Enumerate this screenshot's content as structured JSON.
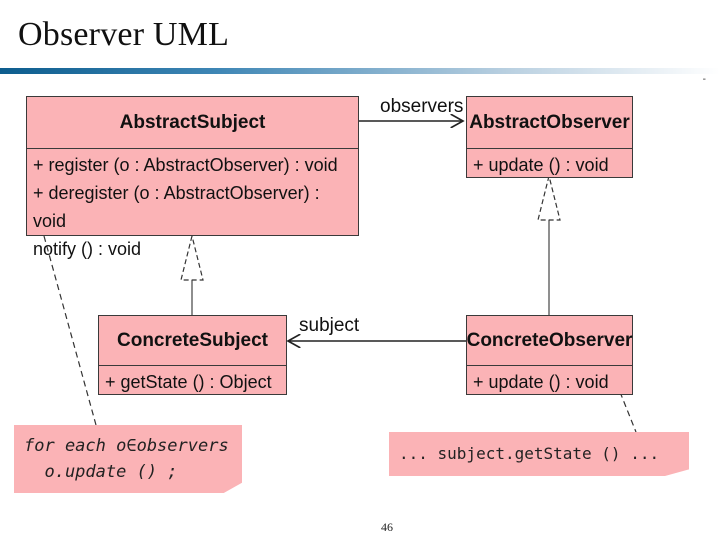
{
  "slide": {
    "title": "Observer UML",
    "corner_mark": "-",
    "page_number": "46"
  },
  "diagram": {
    "abstract_subject": {
      "name": "AbstractSubject",
      "operations": [
        "+ register (o : AbstractObserver) : void",
        "+ deregister (o : AbstractObserver) : void",
        "notify () : void"
      ]
    },
    "abstract_observer": {
      "name": "AbstractObserver",
      "operations": [
        "+ update () : void"
      ]
    },
    "concrete_subject": {
      "name": "ConcreteSubject",
      "operations": [
        "+ getState () : Object"
      ]
    },
    "concrete_observer": {
      "name": "ConcreteObserver",
      "operations": [
        "+ update () : void"
      ]
    },
    "associations": {
      "observers_label": "observers",
      "subject_label": "subject"
    },
    "notes": {
      "notify_note": [
        "for each o∈observers",
        "  o.update () ;"
      ],
      "update_note": [
        "... subject.getState () ..."
      ]
    },
    "colors": {
      "class_fill": "#fbb3b6",
      "title_rule": "#0d5d8e"
    }
  }
}
